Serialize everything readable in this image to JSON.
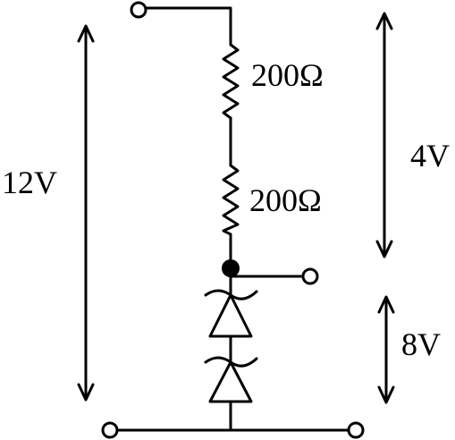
{
  "labels": {
    "total_voltage": "12V",
    "resistors_voltage": "4V",
    "zener_voltage": "8V",
    "resistor_1": "200Ω",
    "resistor_2": "200Ω"
  },
  "colors": {
    "stroke": "#000000",
    "background": "#ffffff"
  }
}
